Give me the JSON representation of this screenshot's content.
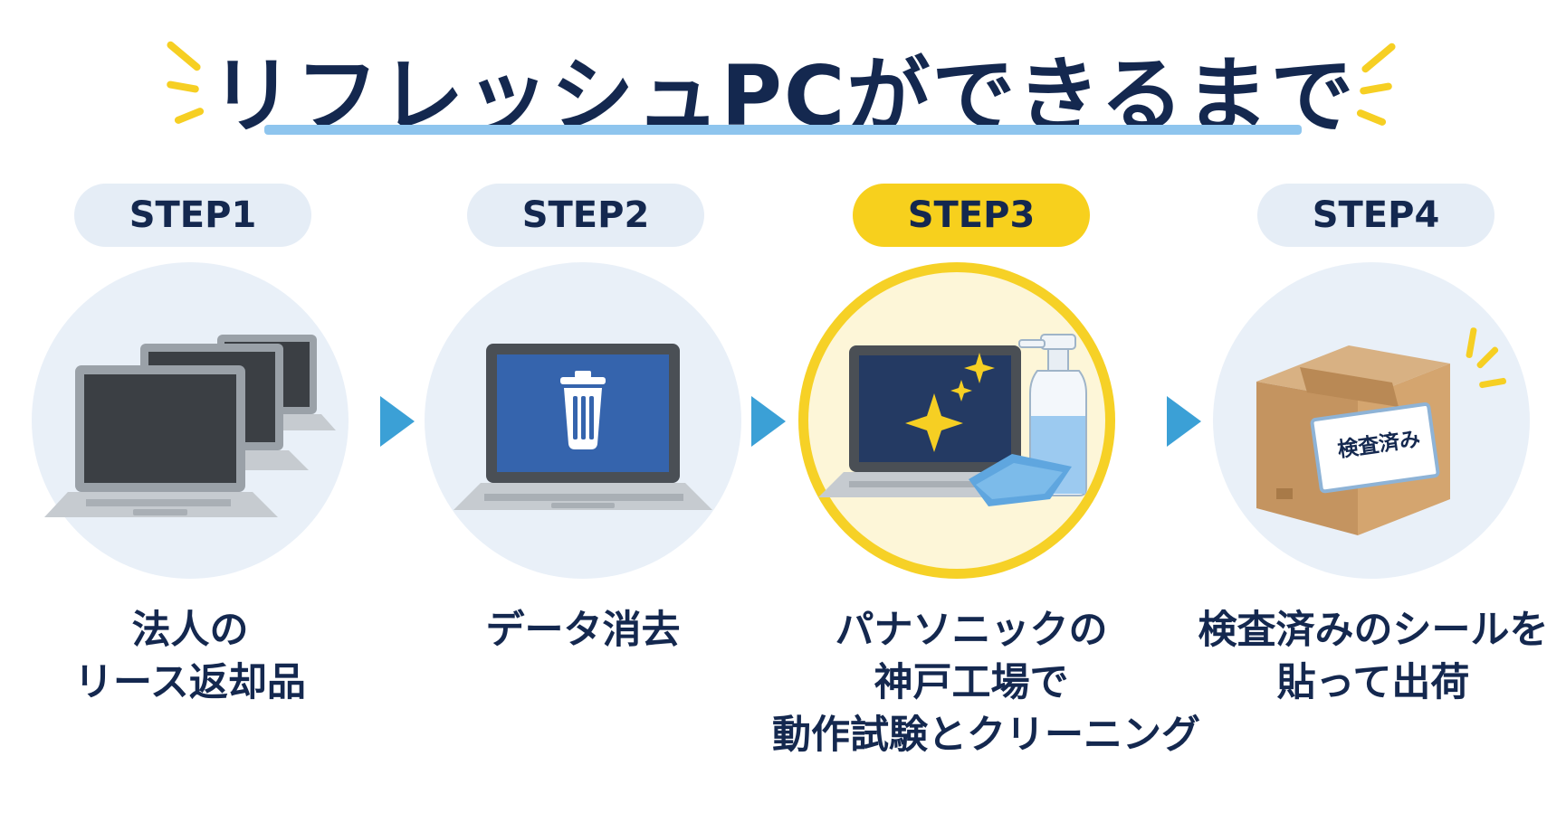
{
  "title": "リフレッシュPCができるまで",
  "steps": [
    {
      "label": "STEP1",
      "caption_lines": [
        "法人の",
        "リース返却品"
      ]
    },
    {
      "label": "STEP2",
      "caption_lines": [
        "データ消去"
      ]
    },
    {
      "label": "STEP3",
      "caption_lines": [
        "パナソニックの",
        "神戸工場で",
        "動作試験とクリーニング"
      ]
    },
    {
      "label": "STEP4",
      "caption_lines": [
        "検査済みのシールを",
        "貼って出荷"
      ]
    }
  ],
  "box_label": "検査済み",
  "colors": {
    "navy": "#14284f",
    "accent_yellow": "#f7d01d",
    "arrow_blue": "#3ba0d6",
    "underline_blue": "#8ec5ee",
    "pill_gray": "#e5edf6"
  }
}
